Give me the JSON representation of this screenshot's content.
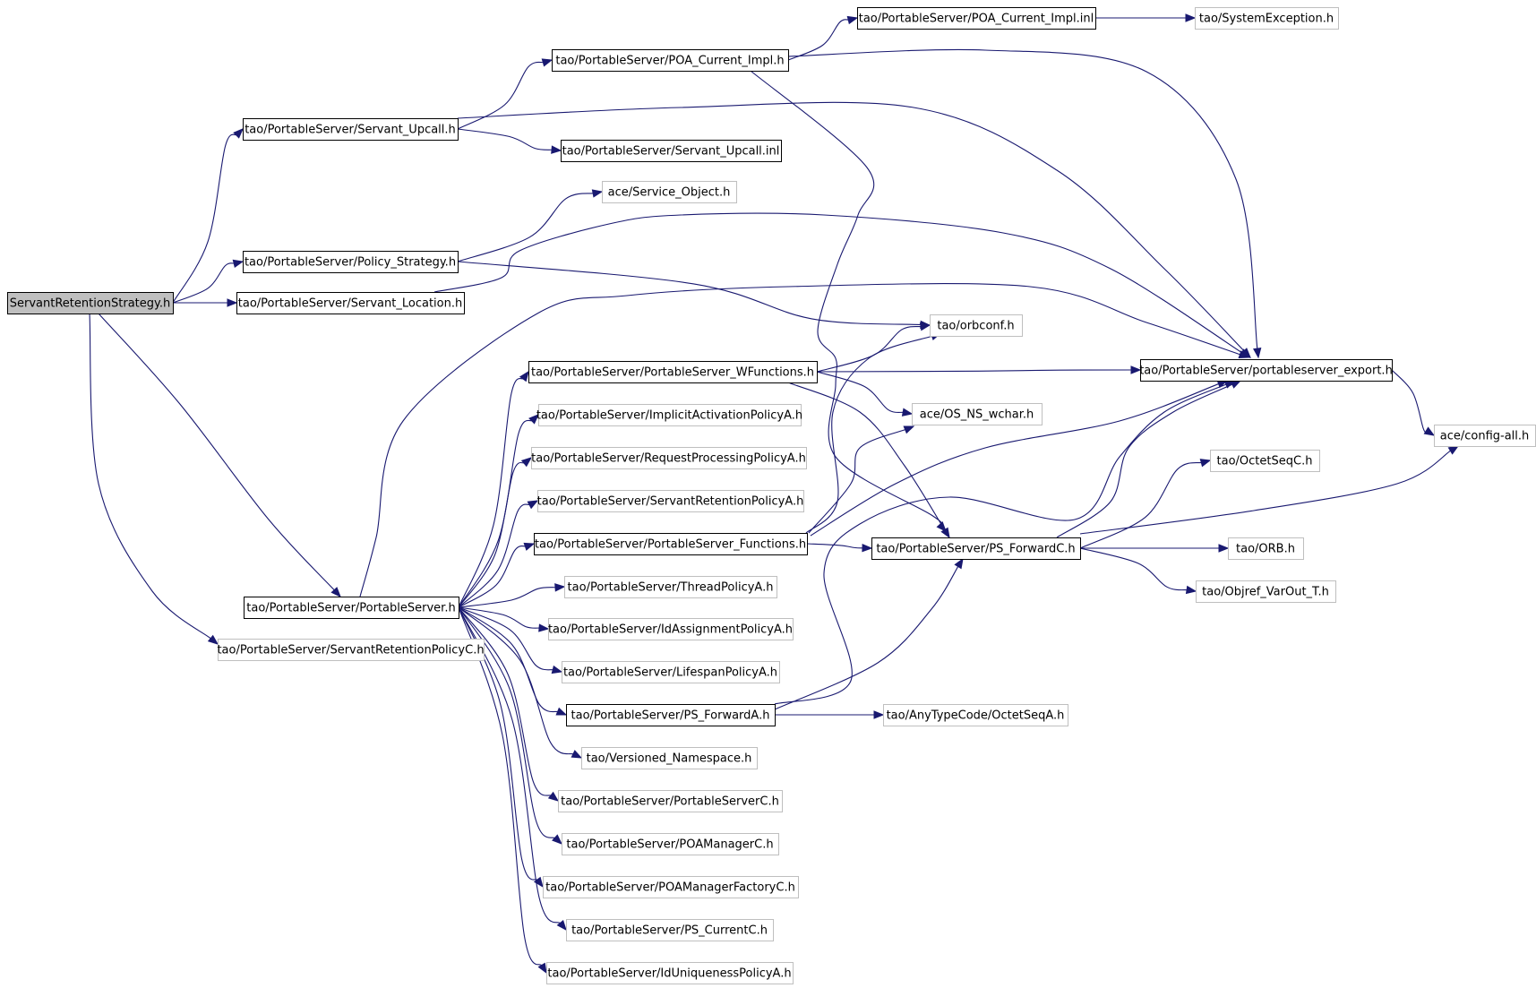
{
  "graph": {
    "nodes": [
      {
        "id": "root",
        "label": "ServantRetentionStrategy.h",
        "kind": "root"
      },
      {
        "id": "su",
        "label": "tao/PortableServer/Servant_Upcall.h",
        "kind": "expanded"
      },
      {
        "id": "ps_strat",
        "label": "tao/PortableServer/Policy_Strategy.h",
        "kind": "expanded"
      },
      {
        "id": "sl",
        "label": "tao/PortableServer/Servant_Location.h",
        "kind": "expanded"
      },
      {
        "id": "ps",
        "label": "tao/PortableServer/PortableServer.h",
        "kind": "expanded"
      },
      {
        "id": "srpc",
        "label": "tao/PortableServer/ServantRetentionPolicyC.h",
        "kind": "leaf"
      },
      {
        "id": "poa_impl",
        "label": "tao/PortableServer/POA_Current_Impl.h",
        "kind": "expanded"
      },
      {
        "id": "poa_inl",
        "label": "tao/PortableServer/POA_Current_Impl.inl",
        "kind": "expanded"
      },
      {
        "id": "sysexc",
        "label": "tao/SystemException.h",
        "kind": "leaf"
      },
      {
        "id": "su_inl",
        "label": "tao/PortableServer/Servant_Upcall.inl",
        "kind": "expanded"
      },
      {
        "id": "svcobj",
        "label": "ace/Service_Object.h",
        "kind": "leaf"
      },
      {
        "id": "orbconf",
        "label": "tao/orbconf.h",
        "kind": "leaf"
      },
      {
        "id": "wfunc",
        "label": "tao/PortableServer/PortableServer_WFunctions.h",
        "kind": "expanded"
      },
      {
        "id": "iapa",
        "label": "tao/PortableServer/ImplicitActivationPolicyA.h",
        "kind": "leaf"
      },
      {
        "id": "rppa",
        "label": "tao/PortableServer/RequestProcessingPolicyA.h",
        "kind": "leaf"
      },
      {
        "id": "srpa",
        "label": "tao/PortableServer/ServantRetentionPolicyA.h",
        "kind": "leaf"
      },
      {
        "id": "funcs",
        "label": "tao/PortableServer/PortableServer_Functions.h",
        "kind": "expanded"
      },
      {
        "id": "tpa",
        "label": "tao/PortableServer/ThreadPolicyA.h",
        "kind": "leaf"
      },
      {
        "id": "idapa",
        "label": "tao/PortableServer/IdAssignmentPolicyA.h",
        "kind": "leaf"
      },
      {
        "id": "lspa",
        "label": "tao/PortableServer/LifespanPolicyA.h",
        "kind": "leaf"
      },
      {
        "id": "psfa",
        "label": "tao/PortableServer/PS_ForwardA.h",
        "kind": "expanded"
      },
      {
        "id": "vns",
        "label": "tao/Versioned_Namespace.h",
        "kind": "leaf"
      },
      {
        "id": "psc",
        "label": "tao/PortableServer/PortableServerC.h",
        "kind": "leaf"
      },
      {
        "id": "poamc",
        "label": "tao/PortableServer/POAManagerC.h",
        "kind": "leaf"
      },
      {
        "id": "poamfc",
        "label": "tao/PortableServer/POAManagerFactoryC.h",
        "kind": "leaf"
      },
      {
        "id": "pscc",
        "label": "tao/PortableServer/PS_CurrentC.h",
        "kind": "leaf"
      },
      {
        "id": "idupa",
        "label": "tao/PortableServer/IdUniquenessPolicyA.h",
        "kind": "leaf"
      },
      {
        "id": "export",
        "label": "tao/PortableServer/portableserver_export.h",
        "kind": "expanded"
      },
      {
        "id": "wchar",
        "label": "ace/OS_NS_wchar.h",
        "kind": "leaf"
      },
      {
        "id": "psfc",
        "label": "tao/PortableServer/PS_ForwardC.h",
        "kind": "expanded"
      },
      {
        "id": "octc",
        "label": "tao/OctetSeqC.h",
        "kind": "leaf"
      },
      {
        "id": "orbh",
        "label": "tao/ORB.h",
        "kind": "leaf"
      },
      {
        "id": "objref",
        "label": "tao/Objref_VarOut_T.h",
        "kind": "leaf"
      },
      {
        "id": "octa",
        "label": "tao/AnyTypeCode/OctetSeqA.h",
        "kind": "leaf"
      },
      {
        "id": "config",
        "label": "ace/config-all.h",
        "kind": "leaf"
      }
    ],
    "edges": [
      {
        "from": "root",
        "to": "su"
      },
      {
        "from": "root",
        "to": "ps_strat"
      },
      {
        "from": "root",
        "to": "sl"
      },
      {
        "from": "root",
        "to": "ps"
      },
      {
        "from": "root",
        "to": "srpc"
      },
      {
        "from": "su",
        "to": "poa_impl"
      },
      {
        "from": "su",
        "to": "su_inl"
      },
      {
        "from": "su",
        "to": "export"
      },
      {
        "from": "poa_impl",
        "to": "poa_inl"
      },
      {
        "from": "poa_impl",
        "to": "export"
      },
      {
        "from": "poa_impl",
        "to": "psfc"
      },
      {
        "from": "poa_inl",
        "to": "sysexc"
      },
      {
        "from": "ps_strat",
        "to": "svcobj"
      },
      {
        "from": "ps_strat",
        "to": "orbconf"
      },
      {
        "from": "sl",
        "to": "export"
      },
      {
        "from": "ps",
        "to": "export"
      },
      {
        "from": "ps",
        "to": "wfunc"
      },
      {
        "from": "ps",
        "to": "iapa"
      },
      {
        "from": "ps",
        "to": "rppa"
      },
      {
        "from": "ps",
        "to": "srpa"
      },
      {
        "from": "ps",
        "to": "funcs"
      },
      {
        "from": "ps",
        "to": "tpa"
      },
      {
        "from": "ps",
        "to": "idapa"
      },
      {
        "from": "ps",
        "to": "lspa"
      },
      {
        "from": "ps",
        "to": "psfa"
      },
      {
        "from": "ps",
        "to": "vns"
      },
      {
        "from": "ps",
        "to": "psc"
      },
      {
        "from": "ps",
        "to": "poamc"
      },
      {
        "from": "ps",
        "to": "poamfc"
      },
      {
        "from": "ps",
        "to": "pscc"
      },
      {
        "from": "ps",
        "to": "idupa"
      },
      {
        "from": "wfunc",
        "to": "orbconf"
      },
      {
        "from": "wfunc",
        "to": "export"
      },
      {
        "from": "wfunc",
        "to": "wchar"
      },
      {
        "from": "wfunc",
        "to": "psfc"
      },
      {
        "from": "funcs",
        "to": "orbconf"
      },
      {
        "from": "funcs",
        "to": "wchar"
      },
      {
        "from": "funcs",
        "to": "export"
      },
      {
        "from": "funcs",
        "to": "psfc"
      },
      {
        "from": "psfa",
        "to": "export"
      },
      {
        "from": "psfa",
        "to": "psfc"
      },
      {
        "from": "psfa",
        "to": "octa"
      },
      {
        "from": "export",
        "to": "config"
      },
      {
        "from": "psfc",
        "to": "export"
      },
      {
        "from": "psfc",
        "to": "config"
      },
      {
        "from": "psfc",
        "to": "octc"
      },
      {
        "from": "psfc",
        "to": "orbh"
      },
      {
        "from": "psfc",
        "to": "objref"
      }
    ]
  }
}
